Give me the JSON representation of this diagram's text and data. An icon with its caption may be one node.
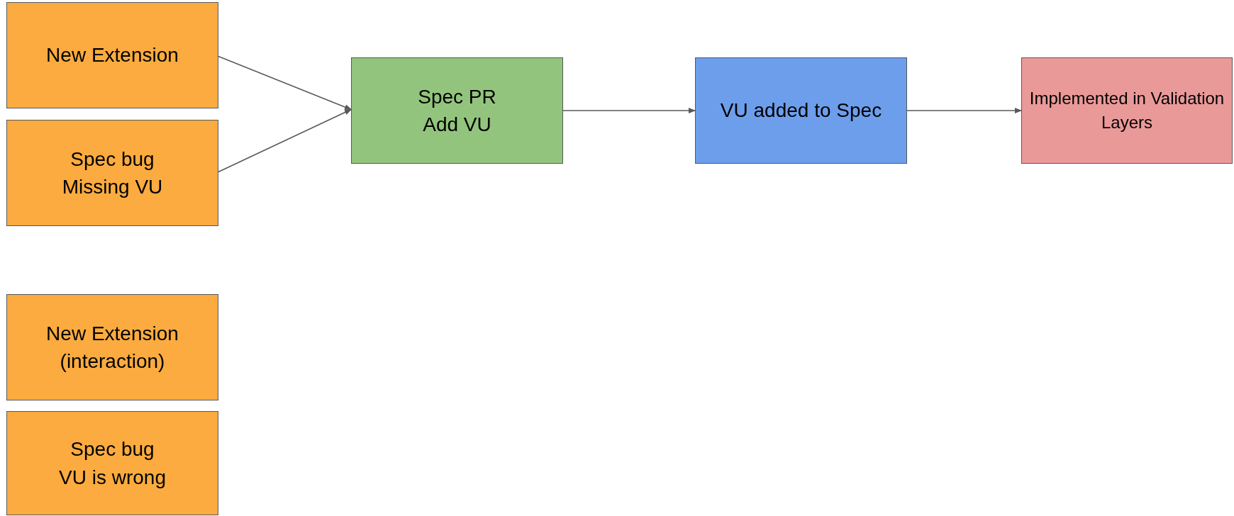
{
  "diagram": {
    "nodes": [
      {
        "text": [
          "New Extension"
        ]
      },
      {
        "text": [
          "Spec bug",
          "Missing VU"
        ]
      },
      {
        "text": [
          "Spec PR",
          "Add VU"
        ]
      },
      {
        "text": [
          "VU added to Spec"
        ]
      },
      {
        "text": [
          "Implemented in Validation Layers"
        ]
      },
      {
        "text": [
          "New Extension",
          "(interaction)"
        ]
      },
      {
        "text": [
          "Spec bug",
          "VU is wrong"
        ]
      }
    ],
    "edges": [
      {
        "from": 0,
        "to": 2,
        "arrow": "to"
      },
      {
        "from": 1,
        "to": 2,
        "arrow": "to"
      },
      {
        "from": 2,
        "to": 3,
        "arrow": "to"
      },
      {
        "from": 3,
        "to": 4,
        "arrow": "to"
      }
    ]
  }
}
